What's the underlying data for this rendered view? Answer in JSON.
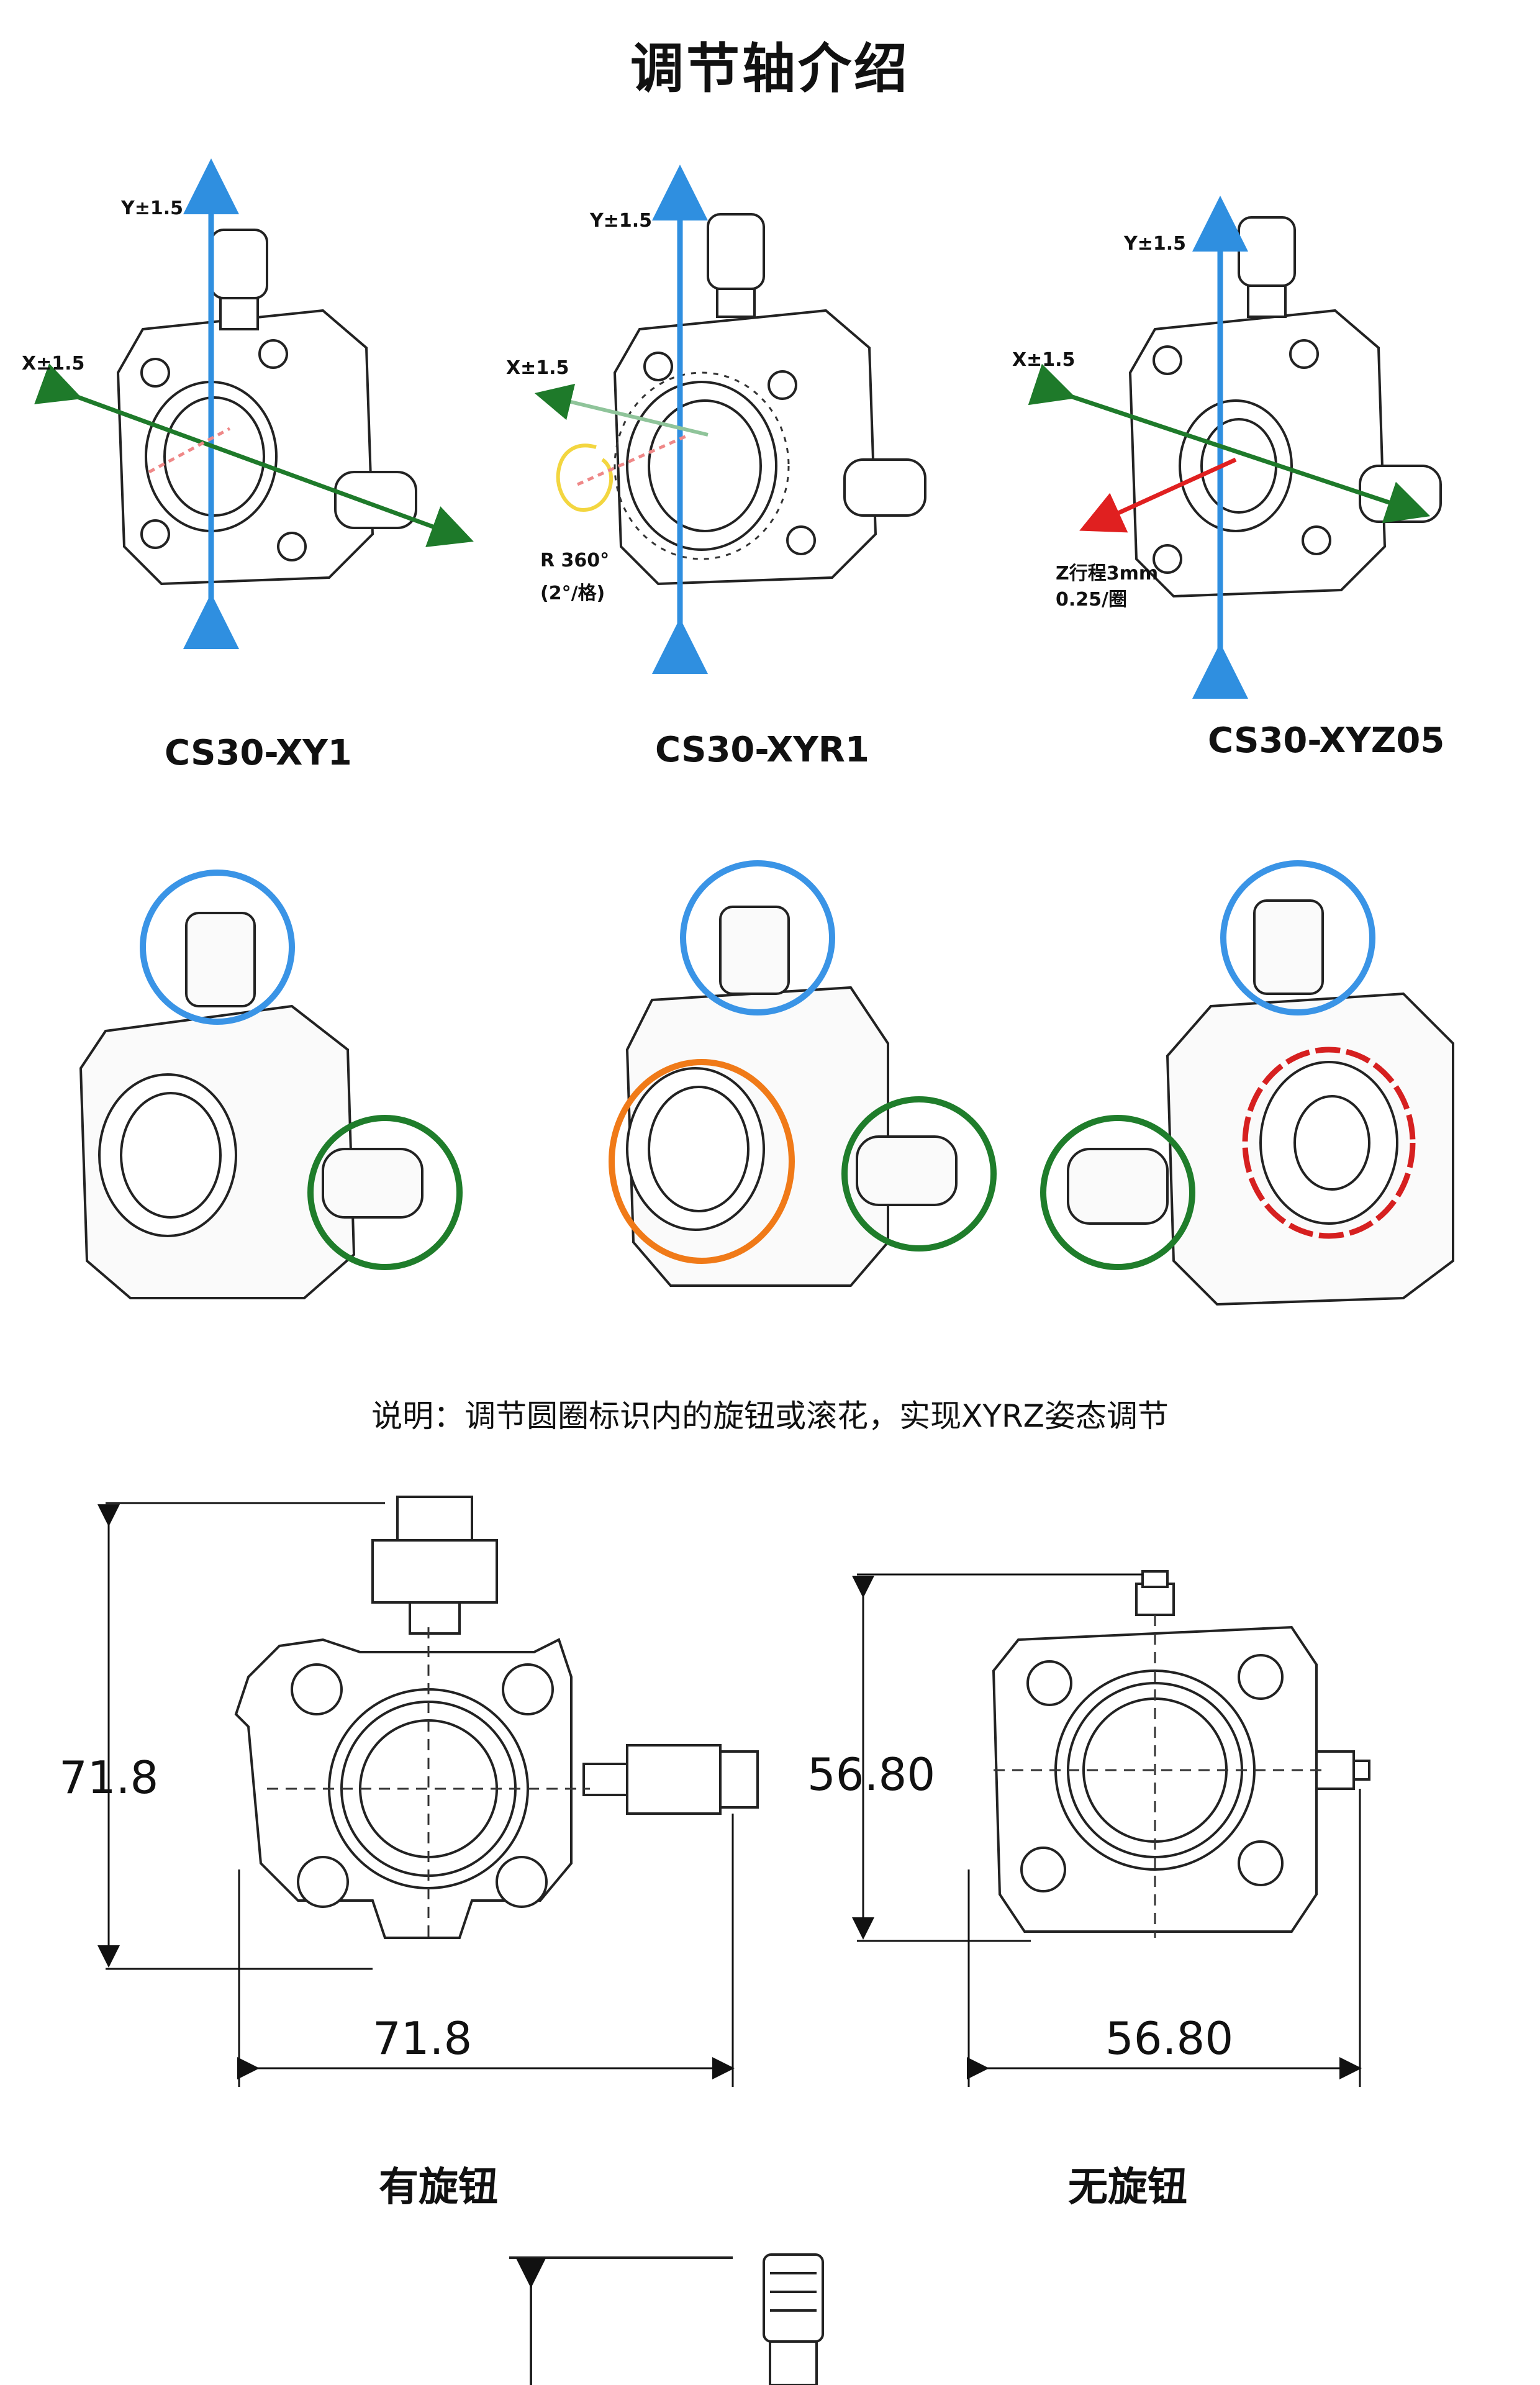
{
  "page": {
    "title": "调节轴介绍"
  },
  "products": [
    {
      "model": "CS30-XY1",
      "y_label": "Y±1.5",
      "x_label": "X±1.5"
    },
    {
      "model": "CS30-XYR1",
      "y_label": "Y±1.5",
      "x_label": "X±1.5",
      "r_label_1": "R 360°",
      "r_label_2": "(2°/格)"
    },
    {
      "model": "CS30-XYZ05",
      "y_label": "Y±1.5",
      "x_label": "X±1.5",
      "z_label_1": "Z行程3mm",
      "z_label_2": "0.25/圈"
    }
  ],
  "note": "说明：调节圆圈标识内的旋钮或滚花，实现XYRZ姿态调节",
  "dimensions": {
    "left": {
      "height": "71.8",
      "width": "71.8",
      "caption": "有旋钮"
    },
    "right": {
      "height": "56.80",
      "width": "56.80",
      "caption": "无旋钮"
    }
  },
  "colors": {
    "y_axis": "#2f8fe0",
    "x_axis": "#1e7a2a",
    "z_axis": "#e02020",
    "r_axis": "#f0d020",
    "ring_blue": "#3a94e6",
    "ring_green": "#1f7d2b",
    "ring_orange": "#f07a18",
    "ring_red": "#d62020"
  }
}
